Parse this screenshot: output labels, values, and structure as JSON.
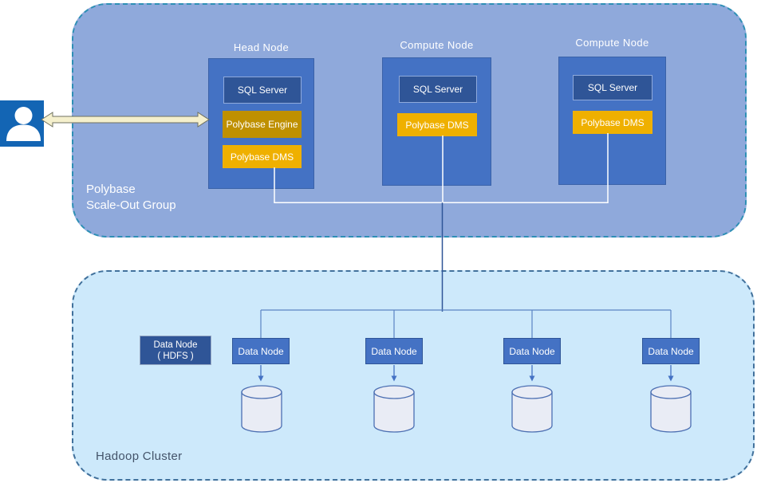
{
  "scale_out_group": {
    "label_line1": "Polybase",
    "label_line2": "Scale-Out Group",
    "fill_color": "#8FA9DB",
    "border_color": "#2E8FB5",
    "node_fill_color": "#4472C4",
    "head_node": {
      "title": "Head Node",
      "components": [
        {
          "label": "SQL Server",
          "color": "#2F5597"
        },
        {
          "label": "Polybase Engine",
          "color": "#BF9000"
        },
        {
          "label": "Polybase DMS",
          "color": "#EFB000"
        }
      ]
    },
    "compute_nodes": [
      {
        "title": "Compute Node",
        "components": [
          {
            "label": "SQL Server",
            "color": "#2F5597"
          },
          {
            "label": "Polybase DMS",
            "color": "#EFB000"
          }
        ]
      },
      {
        "title": "Compute Node",
        "components": [
          {
            "label": "SQL Server",
            "color": "#2F5597"
          },
          {
            "label": "Polybase DMS",
            "color": "#EFB000"
          }
        ]
      }
    ]
  },
  "hadoop_cluster": {
    "label": "Hadoop Cluster",
    "fill_color": "#CDE9FB",
    "border_color": "#41719C",
    "hdfs_node": {
      "label_line1": "Data Node",
      "label_line2": "( HDFS )",
      "color": "#2F5597"
    },
    "data_nodes": [
      {
        "label": "Data Node"
      },
      {
        "label": "Data Node"
      },
      {
        "label": "Data Node"
      },
      {
        "label": "Data Node"
      }
    ],
    "storage_cylinder_count": 4
  },
  "icons": {
    "user": "user-icon"
  },
  "connector_colors": {
    "scale_out_lines": "#FFFFFF",
    "trunk_line": "#2F5597",
    "hadoop_lines": "#5B84C4",
    "arrow_fill": "#4472C4",
    "user_arrow_fill": "#F5F0CD",
    "user_arrow_stroke": "#6F7160"
  }
}
